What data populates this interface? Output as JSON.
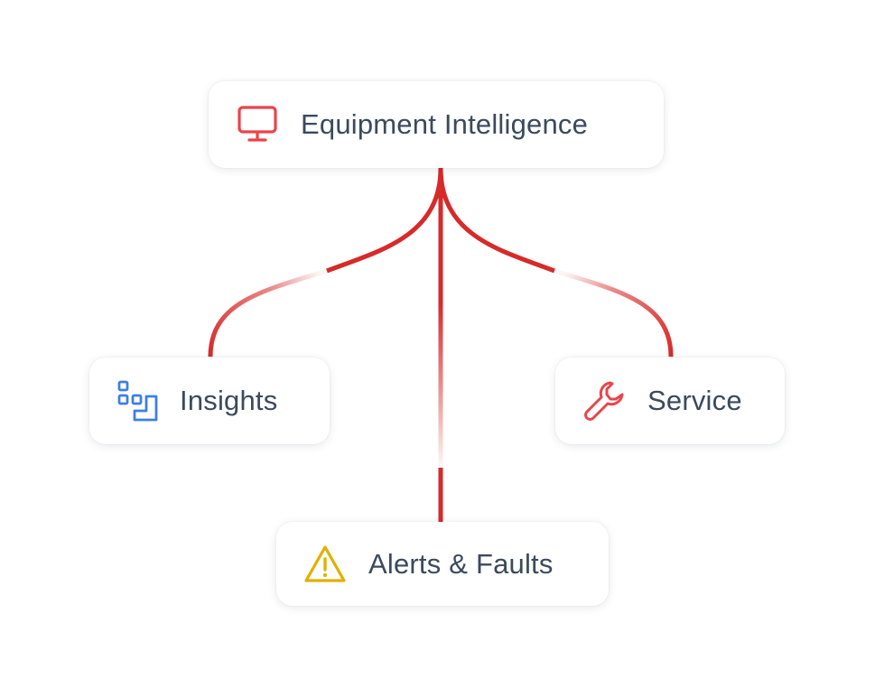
{
  "diagram": {
    "root": {
      "label": "Equipment Intelligence",
      "icon": "monitor-icon"
    },
    "children": [
      {
        "id": "insights",
        "label": "Insights",
        "icon": "steps-blocks-icon"
      },
      {
        "id": "alerts",
        "label": "Alerts & Faults",
        "icon": "warning-triangle-icon"
      },
      {
        "id": "service",
        "label": "Service",
        "icon": "wrench-icon"
      }
    ],
    "colors": {
      "connector": "#d72a2a",
      "root_icon": "#e8454a",
      "insights_icon": "#3f7fe0",
      "alerts_icon": "#e0b100",
      "service_icon": "#e8454a",
      "text": "#3b4a5c"
    }
  }
}
